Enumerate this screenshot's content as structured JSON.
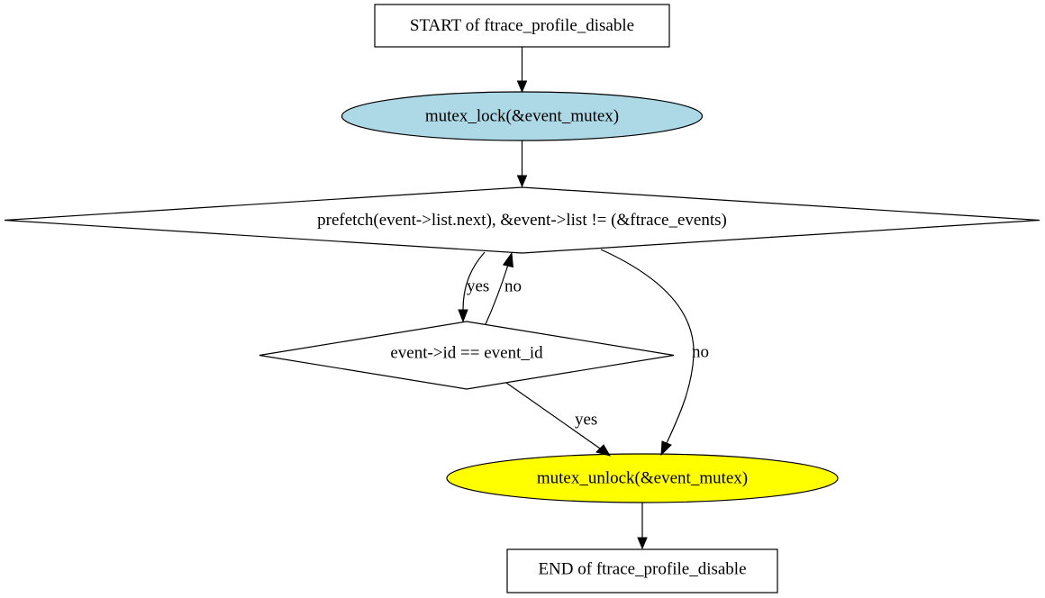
{
  "diagram": {
    "nodes": {
      "start": {
        "label": "START of ftrace_profile_disable",
        "shape": "box",
        "fill": "#ffffff"
      },
      "lock": {
        "label": "mutex_lock(&event_mutex)",
        "shape": "ellipse",
        "fill": "#add8e6"
      },
      "loop_cond": {
        "label": "prefetch(event->list.next), &event->list != (&ftrace_events)",
        "shape": "diamond",
        "fill": "#ffffff"
      },
      "id_check": {
        "label": "event->id == event_id",
        "shape": "diamond",
        "fill": "#ffffff"
      },
      "unlock": {
        "label": "mutex_unlock(&event_mutex)",
        "shape": "ellipse",
        "fill": "#ffff00"
      },
      "end": {
        "label": "END of ftrace_profile_disable",
        "shape": "box",
        "fill": "#ffffff"
      }
    },
    "edges": {
      "start_to_lock": {
        "from": "start",
        "to": "lock",
        "label": ""
      },
      "lock_to_loop": {
        "from": "lock",
        "to": "loop_cond",
        "label": ""
      },
      "loop_yes": {
        "from": "loop_cond",
        "to": "id_check",
        "label": "yes"
      },
      "id_no": {
        "from": "id_check",
        "to": "loop_cond",
        "label": "no"
      },
      "loop_no": {
        "from": "loop_cond",
        "to": "unlock",
        "label": "no"
      },
      "id_yes": {
        "from": "id_check",
        "to": "unlock",
        "label": "yes"
      },
      "unlock_to_end": {
        "from": "unlock",
        "to": "end",
        "label": ""
      }
    }
  }
}
